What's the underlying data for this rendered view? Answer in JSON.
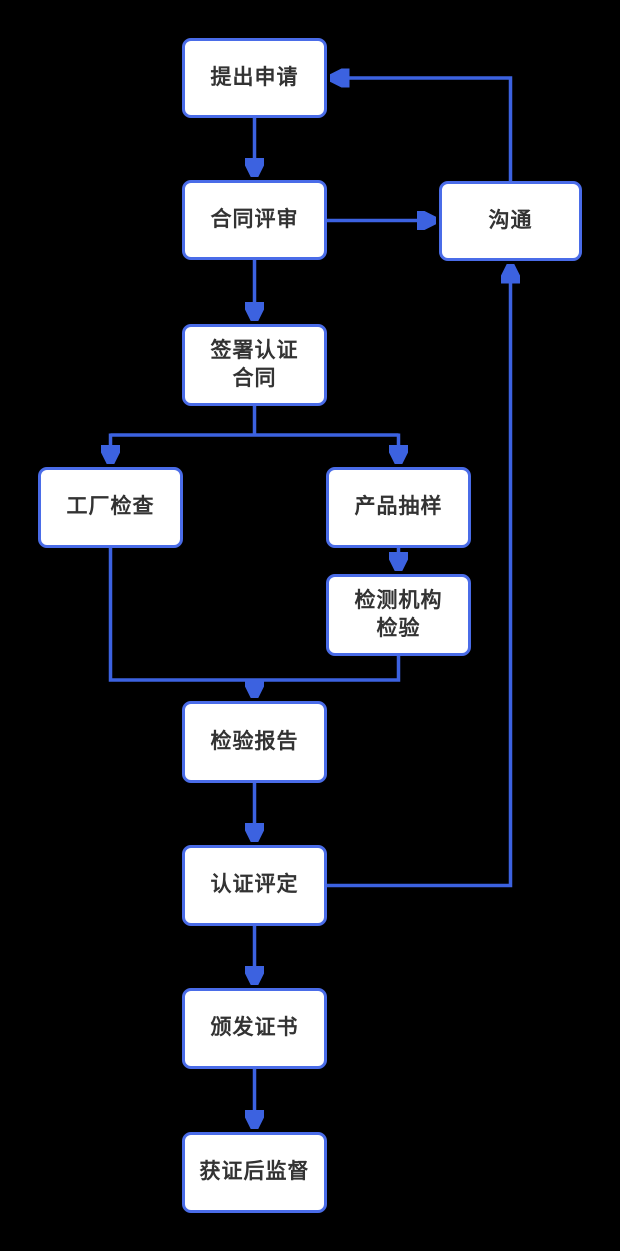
{
  "diagram": {
    "type": "flowchart",
    "colors": {
      "background": "#000000",
      "node_fill": "#ffffff",
      "node_border": "#4a6ce8",
      "connector": "#3c62e0",
      "text": "#333333"
    },
    "nodes": {
      "submit_application": {
        "label": "提出申请"
      },
      "contract_review": {
        "label": "合同评审"
      },
      "communication": {
        "label": "沟通"
      },
      "sign_certification_contract": {
        "label": "签署认证\n合同"
      },
      "factory_inspection": {
        "label": "工厂检查"
      },
      "product_sampling": {
        "label": "产品抽样"
      },
      "testing_agency_inspection": {
        "label": "检测机构\n检验"
      },
      "inspection_report": {
        "label": "检验报告"
      },
      "certification_evaluation": {
        "label": "认证评定"
      },
      "issue_certificate": {
        "label": "颁发证书"
      },
      "post_certification_supervision": {
        "label": "获证后监督"
      }
    },
    "edges": [
      {
        "from": "submit_application",
        "to": "contract_review"
      },
      {
        "from": "contract_review",
        "to": "communication"
      },
      {
        "from": "communication",
        "to": "submit_application"
      },
      {
        "from": "contract_review",
        "to": "sign_certification_contract"
      },
      {
        "from": "sign_certification_contract",
        "to": "factory_inspection"
      },
      {
        "from": "sign_certification_contract",
        "to": "product_sampling"
      },
      {
        "from": "product_sampling",
        "to": "testing_agency_inspection"
      },
      {
        "from": "factory_inspection",
        "to": "inspection_report"
      },
      {
        "from": "testing_agency_inspection",
        "to": "inspection_report"
      },
      {
        "from": "inspection_report",
        "to": "certification_evaluation"
      },
      {
        "from": "certification_evaluation",
        "to": "communication"
      },
      {
        "from": "certification_evaluation",
        "to": "issue_certificate"
      },
      {
        "from": "issue_certificate",
        "to": "post_certification_supervision"
      }
    ]
  }
}
